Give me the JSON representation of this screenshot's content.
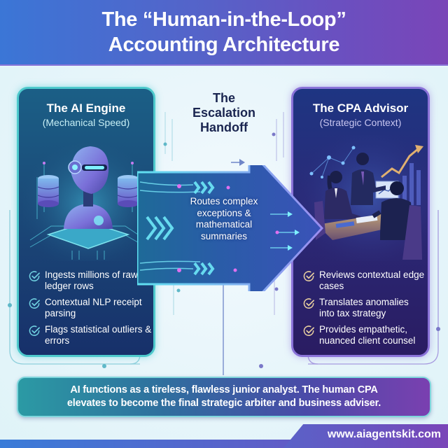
{
  "header": {
    "title_line1": "The “Human-in-the-Loop”",
    "title_line2": "Accounting Architecture"
  },
  "left_panel": {
    "title": "The AI Engine",
    "subtitle": "(Mechanical Speed)",
    "illustration": "robot-with-database-stacks-on-circuit-board",
    "accent_color": "#4dc9cc",
    "bullets": [
      {
        "icon": "check-circle-icon",
        "text": "Ingests millions of raw ledger rows"
      },
      {
        "icon": "check-circle-icon",
        "text": "Contextual NLP receipt parsing"
      },
      {
        "icon": "check-circle-icon",
        "text": "Flags statistical outliers & errors"
      }
    ]
  },
  "center": {
    "title_line1": "The",
    "title_line2": "Escalation",
    "title_line3": "Handoff",
    "arrow_text": "Routes complex exceptions & mathematical summaries",
    "arrow_icon": "right-arrow-icon"
  },
  "right_panel": {
    "title": "The CPA Advisor",
    "subtitle": "(Strategic Context)",
    "illustration": "business-meeting-with-growth-chart",
    "accent_color": "#8a72d8",
    "bullets": [
      {
        "icon": "check-circle-icon",
        "text": "Reviews contextual edge cases"
      },
      {
        "icon": "check-circle-icon",
        "text": "Translates anomalies into tax strategy"
      },
      {
        "icon": "check-circle-icon",
        "text": "Provides empathetic, nuanced client counsel"
      }
    ]
  },
  "summary": {
    "line1": "AI functions as a tireless, flawless junior analyst. The human CPA",
    "line2": "elevates to become the final strategic arbiter and business adviser."
  },
  "footer": {
    "url": "www.aiagentskit.com"
  },
  "colors": {
    "header_start": "#3b76d6",
    "header_end": "#7a45b8",
    "teal_accent": "#4dc9cc",
    "purple_accent": "#8a72d8",
    "dark_text": "#1a2550"
  }
}
